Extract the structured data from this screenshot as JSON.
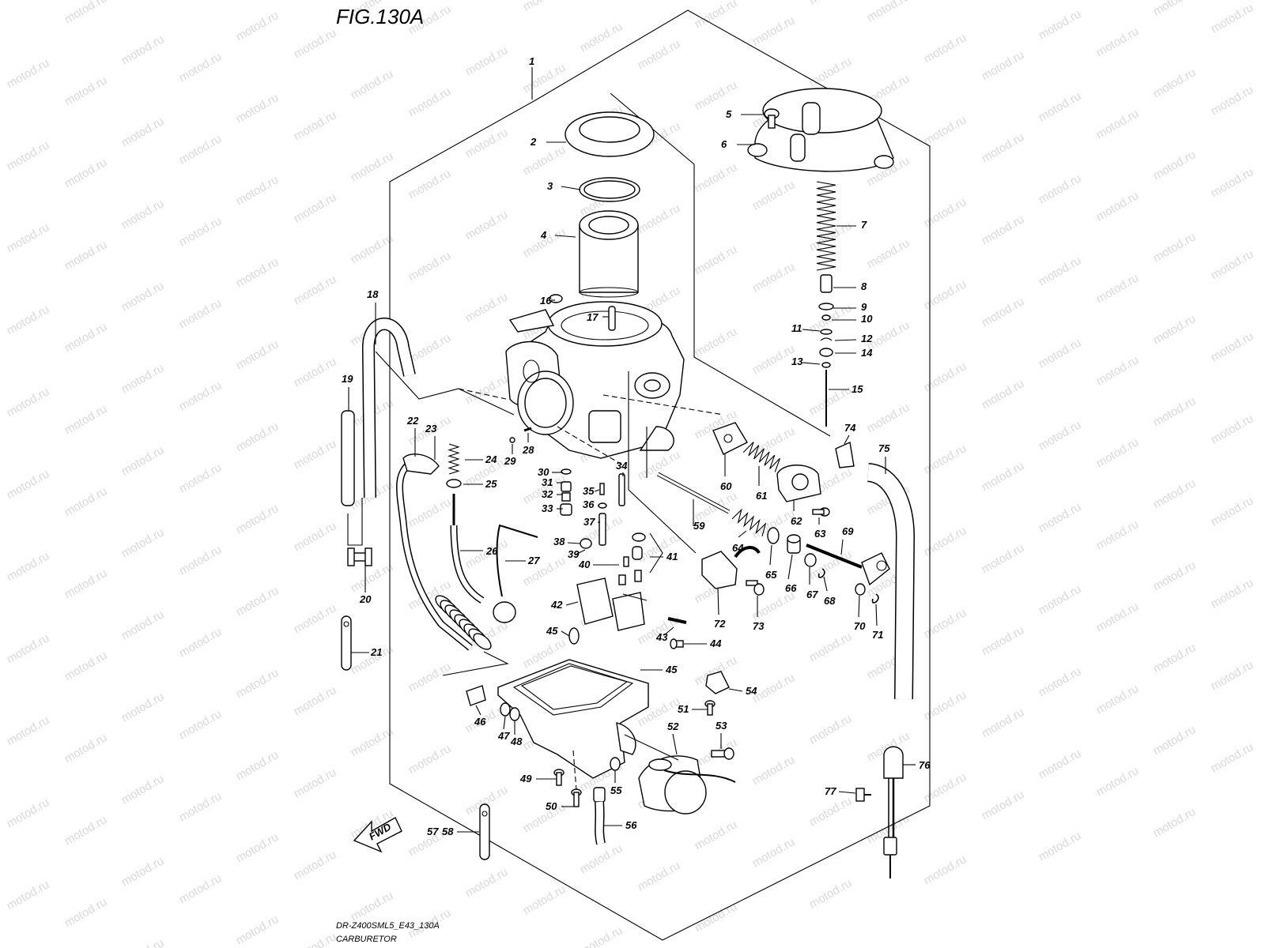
{
  "figure": {
    "title": "FIG.130A",
    "model_code": "DR-Z400SML5_E43_130A",
    "caption": "CARBURETOR",
    "watermark": "motod.ru",
    "fwd_label": "FWD"
  },
  "callouts": [
    "1",
    "2",
    "3",
    "4",
    "5",
    "6",
    "7",
    "8",
    "9",
    "10",
    "11",
    "12",
    "13",
    "14",
    "15",
    "16",
    "17",
    "18",
    "19",
    "20",
    "21",
    "22",
    "23",
    "24",
    "25",
    "26",
    "27",
    "28",
    "29",
    "30",
    "31",
    "32",
    "33",
    "34",
    "35",
    "36",
    "37",
    "38",
    "39",
    "40",
    "41",
    "42",
    "43",
    "44",
    "45",
    "45",
    "46",
    "47",
    "48",
    "49",
    "50",
    "51",
    "52",
    "53",
    "54",
    "55",
    "56",
    "57",
    "58",
    "59",
    "60",
    "61",
    "62",
    "63",
    "64",
    "65",
    "66",
    "67",
    "68",
    "69",
    "70",
    "71",
    "72",
    "73",
    "74",
    "75",
    "76",
    "77"
  ]
}
